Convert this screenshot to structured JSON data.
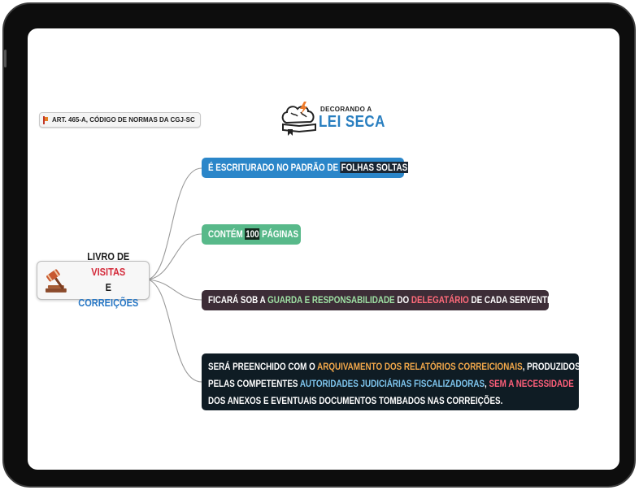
{
  "reference_tag": "ART. 465-A, CÓDIGO DE NORMAS DA CGJ-SC",
  "logo": {
    "top_text": "DECORANDO A",
    "main_text": "LEI SECA"
  },
  "central": {
    "part1": "LIVRO DE ",
    "part2": "VISITAS",
    "part3": "E ",
    "part4": "CORREIÇÕES"
  },
  "branch1": {
    "a": "É ESCRITURADO NO PADRÃO DE ",
    "b": "FOLHAS SOLTAS"
  },
  "branch2": {
    "a": "CONTÉM ",
    "b": "100",
    "c": " PÁGINAS"
  },
  "branch3": {
    "a": "FICARÁ SOB A ",
    "b": "GUARDA E RESPONSABILIDADE",
    "c": " DO ",
    "d": "DELEGATÁRIO",
    "e": " DE CADA SERVENTIA"
  },
  "branch4": {
    "a": "SERÁ PREENCHIDO COM O ",
    "b": "ARQUIVAMENTO DOS RELATÓRIOS CORREICIONAIS",
    "c": ", PRODUZIDOS PELAS COMPETENTES ",
    "d": "AUTORIDADES JUDICIÁRIAS FISCALIZADORAS",
    "e": ", ",
    "f": "SEM A NECESSIDADE",
    "g": " DOS ANEXOS E EVENTUAIS DOCUMENTOS TOMBADOS NAS CORREIÇÕES."
  },
  "colors": {
    "blue_node": "#2b86c9",
    "green_node": "#58b98a",
    "purple_node": "#3d2d37",
    "dark_node": "#0f1c24",
    "accent_red": "#d42a3a"
  },
  "icons": [
    "gavel-icon",
    "brain-book-icon",
    "flag-icon"
  ]
}
